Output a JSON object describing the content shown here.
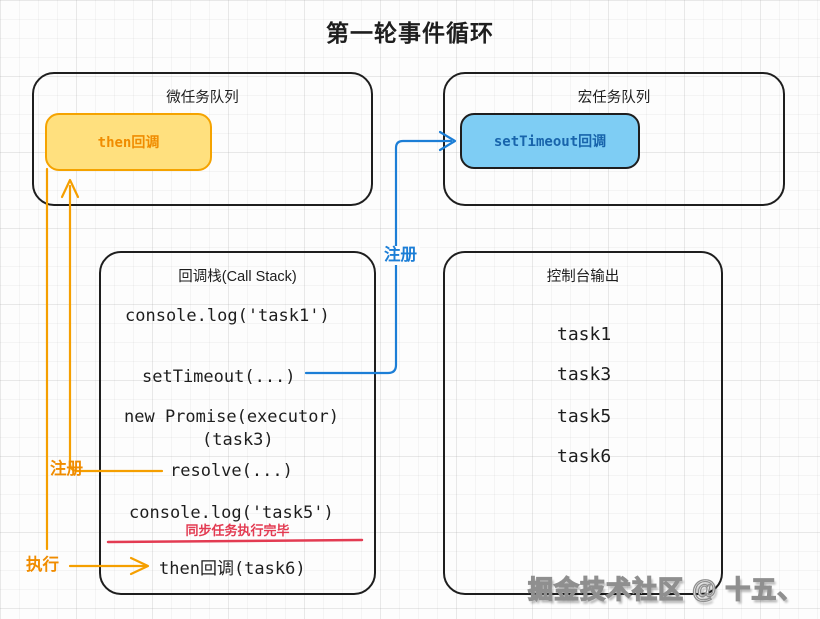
{
  "title": "第一轮事件循环",
  "colors": {
    "stroke": "#1e1e1e",
    "orange_line": "#f59f00",
    "orange_text": "#f08c00",
    "yellow_fill": "#ffe07e",
    "blue_line": "#1c7ed6",
    "blue_text": "#1864ab",
    "blue_fill": "#7ecdf4",
    "red": "#e33b52"
  },
  "microtask_queue": {
    "label": "微任务队列",
    "item": "then回调"
  },
  "macrotask_queue": {
    "label": "宏任务队列",
    "item": "setTimeout回调"
  },
  "call_stack": {
    "label": "回调栈(Call Stack)",
    "items": [
      "console.log('task1')",
      "setTimeout(...)",
      "new Promise(executor)",
      "(task3)",
      "resolve(...)",
      "console.log('task5')",
      "then回调(task6)"
    ],
    "divider_label": "同步任务执行完毕"
  },
  "console_output": {
    "label": "控制台输出",
    "lines": [
      "task1",
      "task3",
      "task5",
      "task6"
    ]
  },
  "annotations": {
    "register_macrotask": "注册",
    "register_microtask": "注册",
    "execute": "执行"
  },
  "watermark": "掘金技术社区 @ 十五、"
}
